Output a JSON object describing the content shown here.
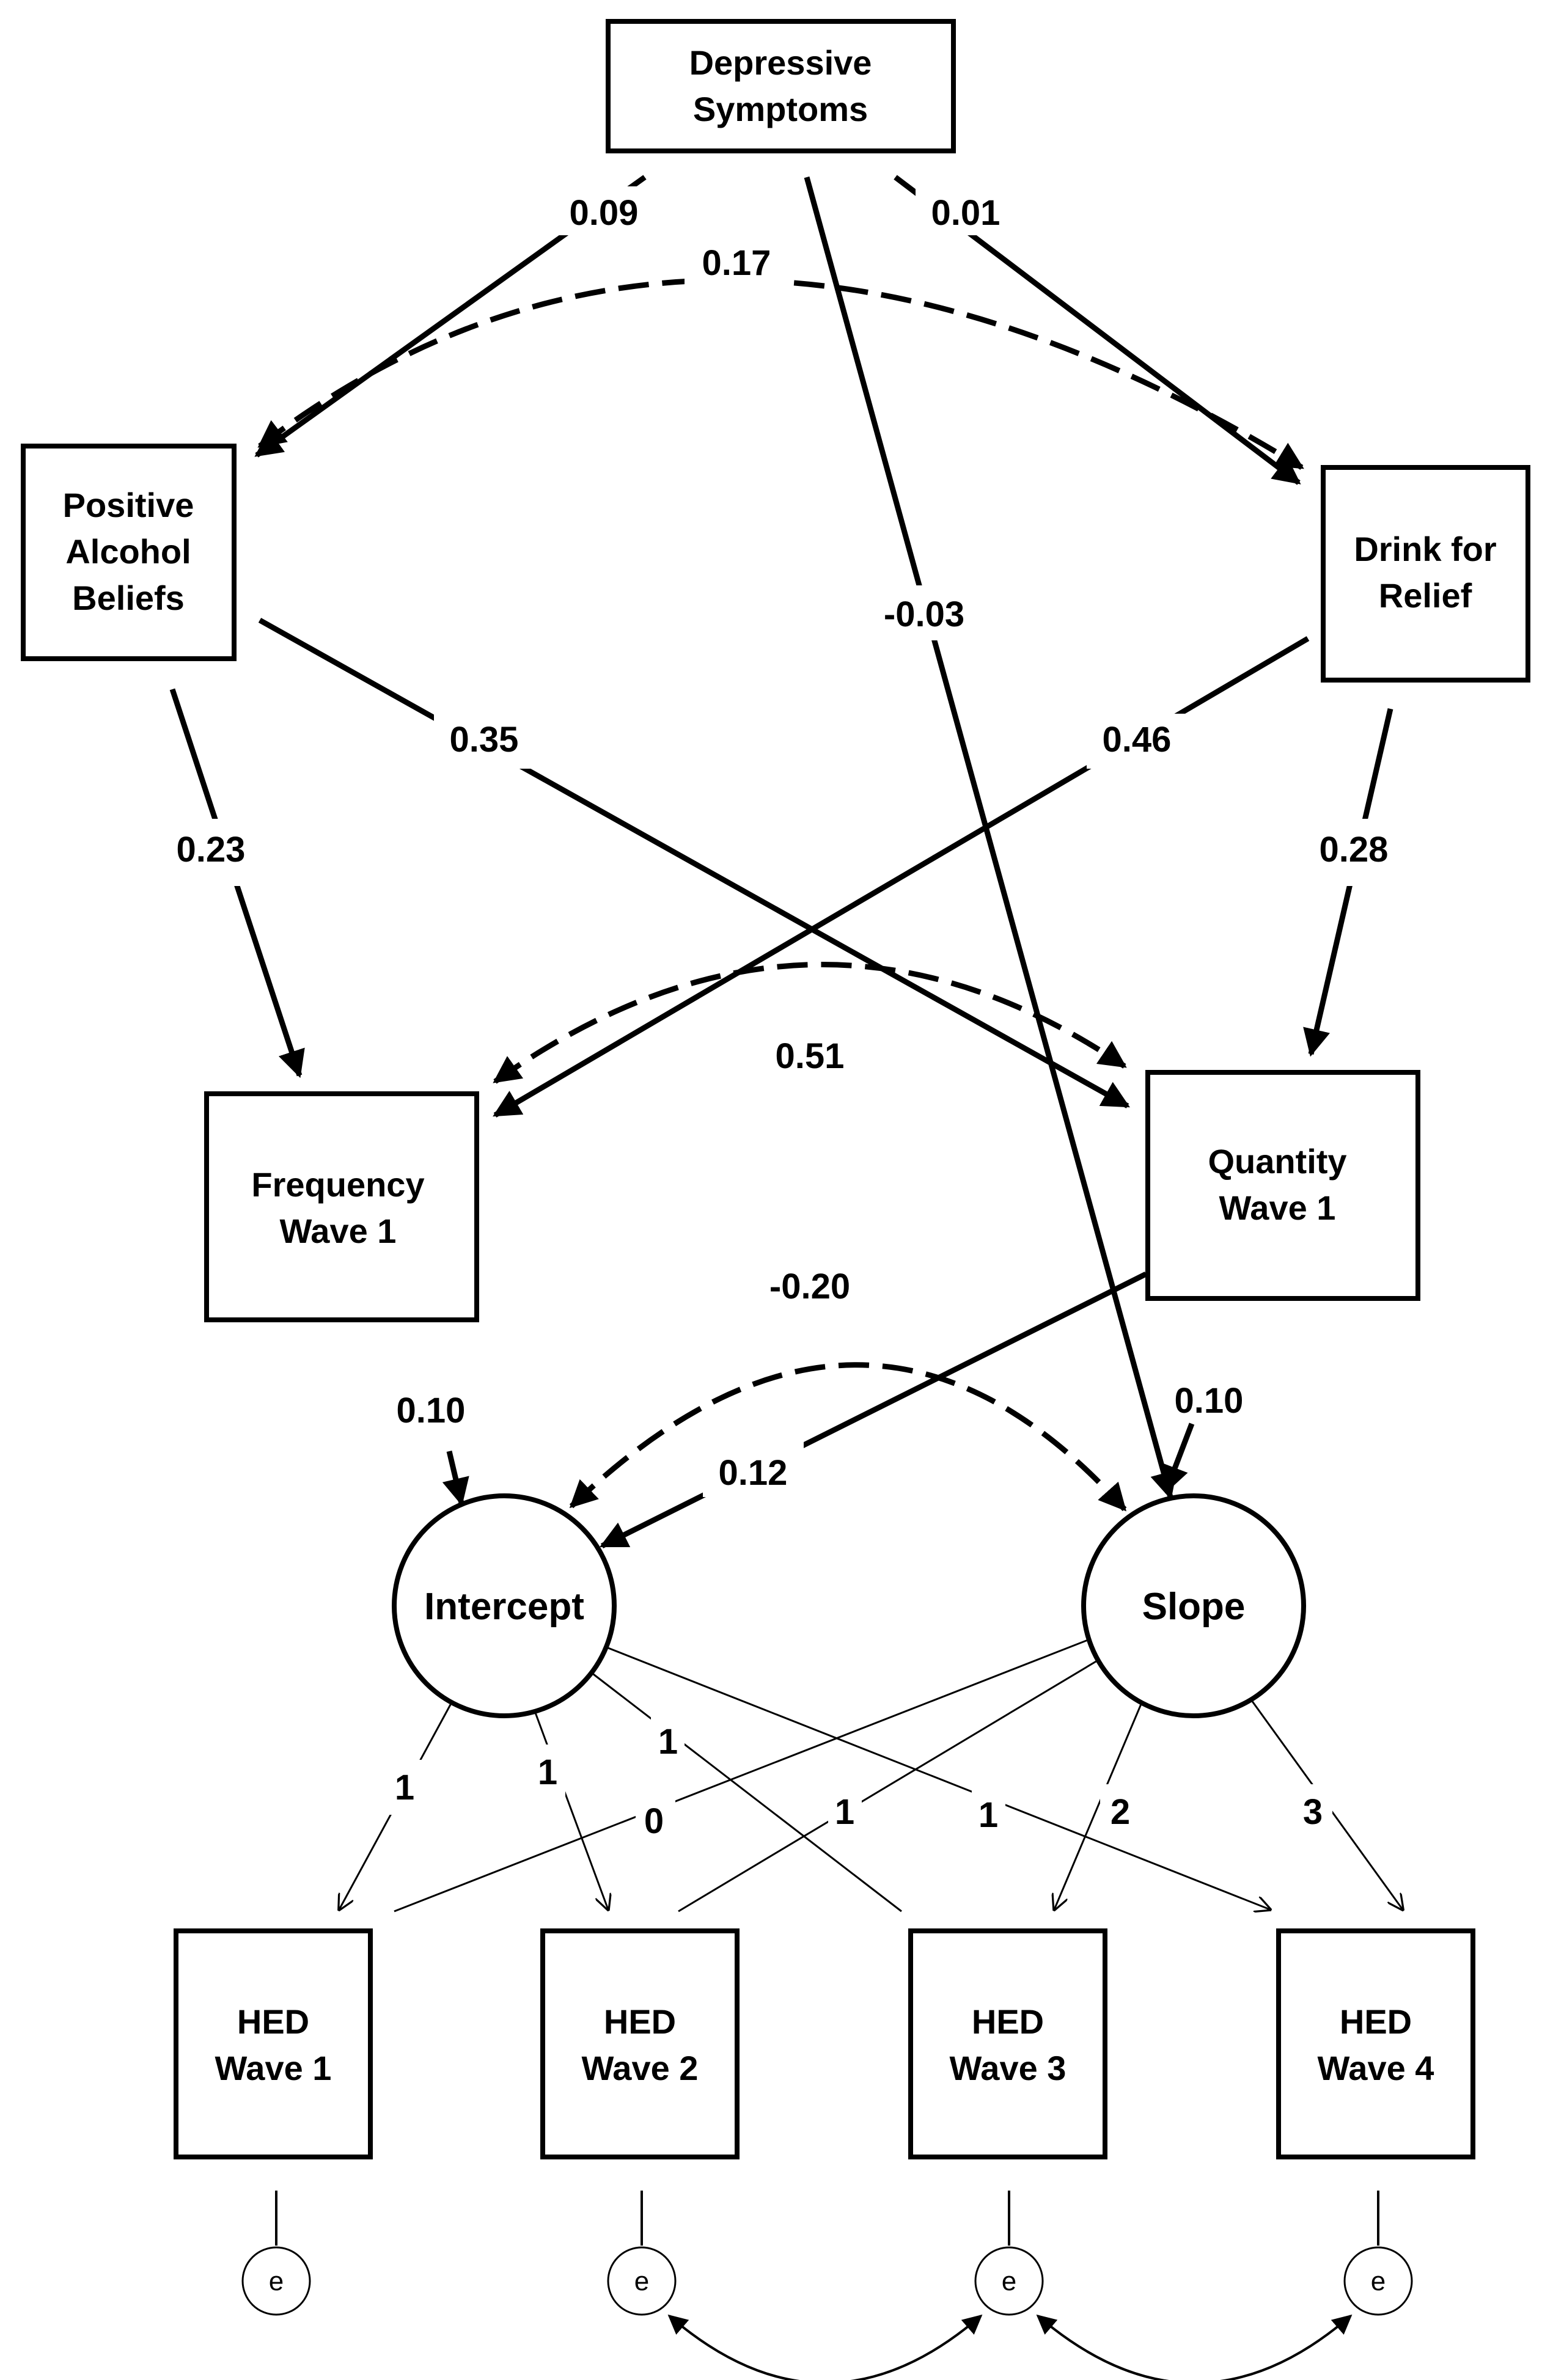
{
  "nodes": {
    "depressive_symptoms": [
      "Depressive",
      "Symptoms"
    ],
    "positive_alcohol_beliefs": [
      "Positive",
      "Alcohol",
      "Beliefs"
    ],
    "drink_for_relief": [
      "Drink for",
      "Relief"
    ],
    "frequency_wave1": [
      "Frequency",
      "Wave 1"
    ],
    "quantity_wave1": [
      "Quantity",
      "Wave 1"
    ],
    "intercept": "Intercept",
    "slope": "Slope",
    "hed": [
      [
        "HED",
        "Wave 1"
      ],
      [
        "HED",
        "Wave 2"
      ],
      [
        "HED",
        "Wave 3"
      ],
      [
        "HED",
        "Wave 4"
      ]
    ],
    "error": "e"
  },
  "coefficients": {
    "dep_to_beliefs": "0.09",
    "dep_to_relief": "0.01",
    "beliefs_relief_cov": "0.17",
    "dep_to_slope": "-0.03",
    "beliefs_to_quantity": "0.35",
    "relief_to_frequency": "0.46",
    "beliefs_to_frequency": "0.23",
    "relief_to_quantity": "0.28",
    "freq_quantity_cov": "0.51",
    "intercept_slope_cov": "-0.20",
    "intercept_residual": "0.10",
    "slope_residual": "0.10",
    "quantity_to_intercept": "0.12"
  },
  "loadings": {
    "intercept": [
      "1",
      "1",
      "1",
      "1"
    ],
    "slope": [
      "0",
      "1",
      "2",
      "3"
    ]
  }
}
